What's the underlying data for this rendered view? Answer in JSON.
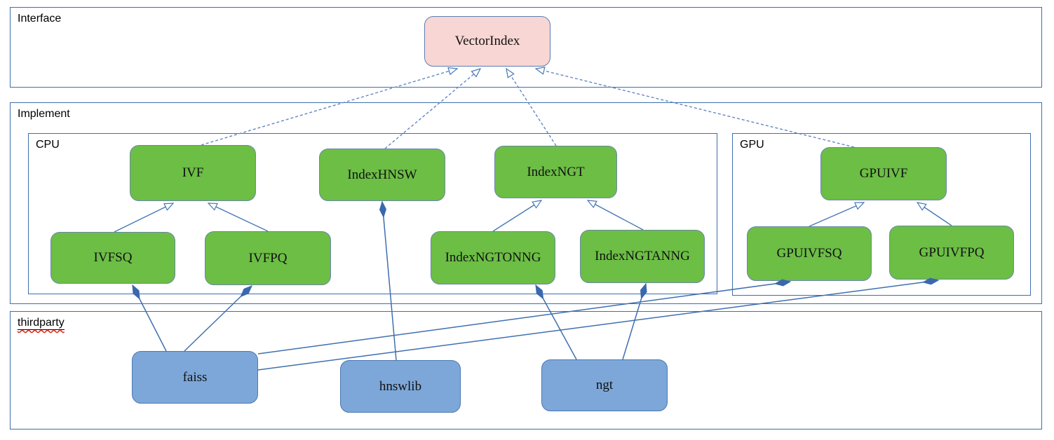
{
  "containers": {
    "interface": {
      "label": "Interface"
    },
    "implement": {
      "label": "Implement"
    },
    "cpu": {
      "label": "CPU"
    },
    "gpu": {
      "label": "GPU"
    },
    "thirdparty": {
      "label": "thirdparty"
    }
  },
  "nodes": {
    "vectorindex": {
      "label": "VectorIndex"
    },
    "ivf": {
      "label": "IVF"
    },
    "indexhnsw": {
      "label": "IndexHNSW"
    },
    "indexngt": {
      "label": "IndexNGT"
    },
    "ivfsq": {
      "label": "IVFSQ"
    },
    "ivfpq": {
      "label": "IVFPQ"
    },
    "indexngtonng": {
      "label": "IndexNGTONNG"
    },
    "indexngtanng": {
      "label": "IndexNGTANNG"
    },
    "gpuivf": {
      "label": "GPUIVF"
    },
    "gpuivfsq": {
      "label": "GPUIVFSQ"
    },
    "gpuivfpq": {
      "label": "GPUIVFPQ"
    },
    "faiss": {
      "label": "faiss"
    },
    "hnswlib": {
      "label": "hnswlib"
    },
    "ngt": {
      "label": "ngt"
    }
  },
  "edges": [
    {
      "from": "IVF",
      "to": "VectorIndex",
      "relation": "realization (dashed, hollow arrow)"
    },
    {
      "from": "IndexHNSW",
      "to": "VectorIndex",
      "relation": "realization (dashed, hollow arrow)"
    },
    {
      "from": "IndexNGT",
      "to": "VectorIndex",
      "relation": "realization (dashed, hollow arrow)"
    },
    {
      "from": "GPUIVF",
      "to": "VectorIndex",
      "relation": "realization (dashed, hollow arrow)"
    },
    {
      "from": "IVFSQ",
      "to": "IVF",
      "relation": "generalization (hollow arrow)"
    },
    {
      "from": "IVFPQ",
      "to": "IVF",
      "relation": "generalization (hollow arrow)"
    },
    {
      "from": "IndexNGTONNG",
      "to": "IndexNGT",
      "relation": "generalization (hollow arrow)"
    },
    {
      "from": "IndexNGTANNG",
      "to": "IndexNGT",
      "relation": "generalization (hollow arrow)"
    },
    {
      "from": "GPUIVFSQ",
      "to": "GPUIVF",
      "relation": "generalization (hollow arrow)"
    },
    {
      "from": "GPUIVFPQ",
      "to": "GPUIVF",
      "relation": "generalization (hollow arrow)"
    },
    {
      "from": "faiss",
      "to": "IVFSQ",
      "relation": "composition (filled diamond at IVFSQ)"
    },
    {
      "from": "faiss",
      "to": "IVFPQ",
      "relation": "composition (filled diamond at IVFPQ)"
    },
    {
      "from": "faiss",
      "to": "GPUIVFSQ",
      "relation": "composition (filled diamond at GPUIVFSQ)"
    },
    {
      "from": "faiss",
      "to": "GPUIVFPQ",
      "relation": "composition (filled diamond at GPUIVFPQ)"
    },
    {
      "from": "hnswlib",
      "to": "IndexHNSW",
      "relation": "composition (filled diamond at IndexHNSW)"
    },
    {
      "from": "ngt",
      "to": "IndexNGTONNG",
      "relation": "composition (filled diamond at IndexNGTONNG)"
    },
    {
      "from": "ngt",
      "to": "IndexNGTANNG",
      "relation": "composition (filled diamond at IndexNGTANNG)"
    }
  ],
  "colors": {
    "node_green": "#6cbe45",
    "node_blue": "#7da7d8",
    "node_pink": "#f8d6d3",
    "container_border": "#3d6fae",
    "line_blue": "#4878b8",
    "spellcheck_red": "#e03020"
  }
}
